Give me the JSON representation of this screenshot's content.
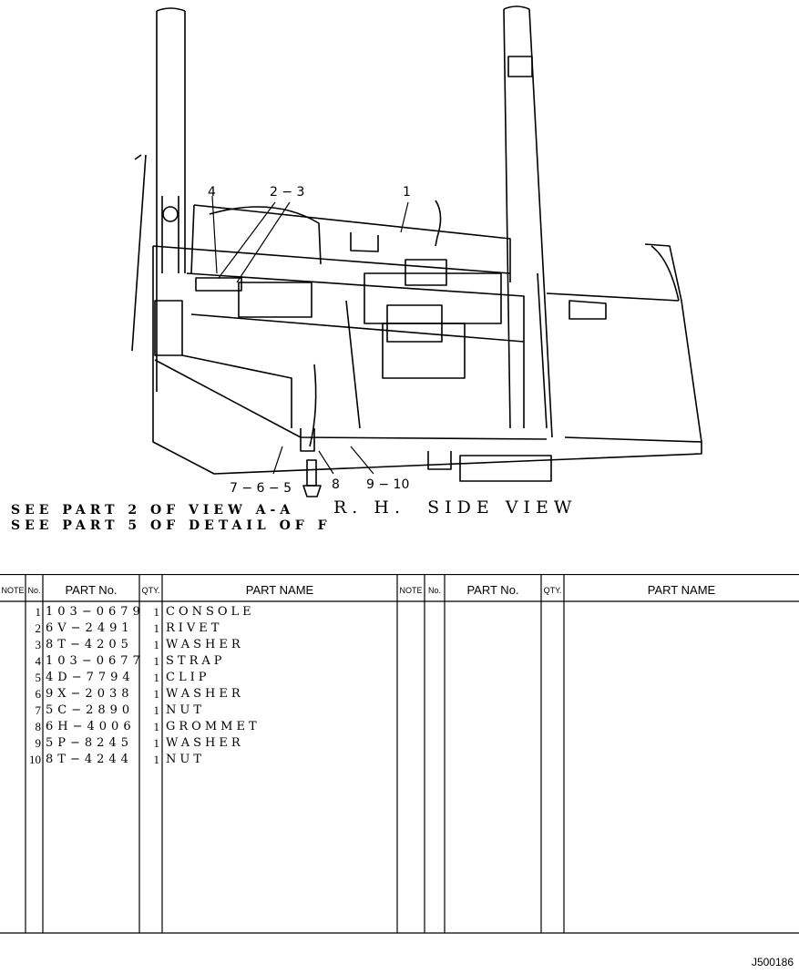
{
  "drawing": {
    "callouts": [
      "1",
      "2 − 3",
      "4",
      "7 − 6 − 5",
      "8",
      "9 − 10"
    ],
    "notes": [
      "SEE PART 2 OF VIEW A-A",
      "SEE PART 5 OF DETAIL OF F"
    ],
    "view_title": "R. H.  SIDE VIEW"
  },
  "table": {
    "headers": {
      "note": "NOTE",
      "no": "No.",
      "part_no": "PART No.",
      "qty": "QTY.",
      "part_name": "PART NAME"
    },
    "rows": [
      {
        "no": "1",
        "part_no": "103−0679",
        "qty": "1",
        "name": "CONSOLE"
      },
      {
        "no": "2",
        "part_no": "6V−2491",
        "qty": "1",
        "name": "RIVET"
      },
      {
        "no": "3",
        "part_no": "8T−4205",
        "qty": "1",
        "name": "WASHER"
      },
      {
        "no": "4",
        "part_no": "103−0677",
        "qty": "1",
        "name": "STRAP"
      },
      {
        "no": "5",
        "part_no": "4D−7794",
        "qty": "1",
        "name": "CLIP"
      },
      {
        "no": "6",
        "part_no": "9X−2038",
        "qty": "1",
        "name": "WASHER"
      },
      {
        "no": "7",
        "part_no": "5C−2890",
        "qty": "1",
        "name": "NUT"
      },
      {
        "no": "8",
        "part_no": "6H−4006",
        "qty": "1",
        "name": "GROMMET"
      },
      {
        "no": "9",
        "part_no": "5P−8245",
        "qty": "1",
        "name": "WASHER"
      },
      {
        "no": "10",
        "part_no": "8T−4244",
        "qty": "1",
        "name": "NUT"
      }
    ]
  },
  "doc_id": "J500186"
}
